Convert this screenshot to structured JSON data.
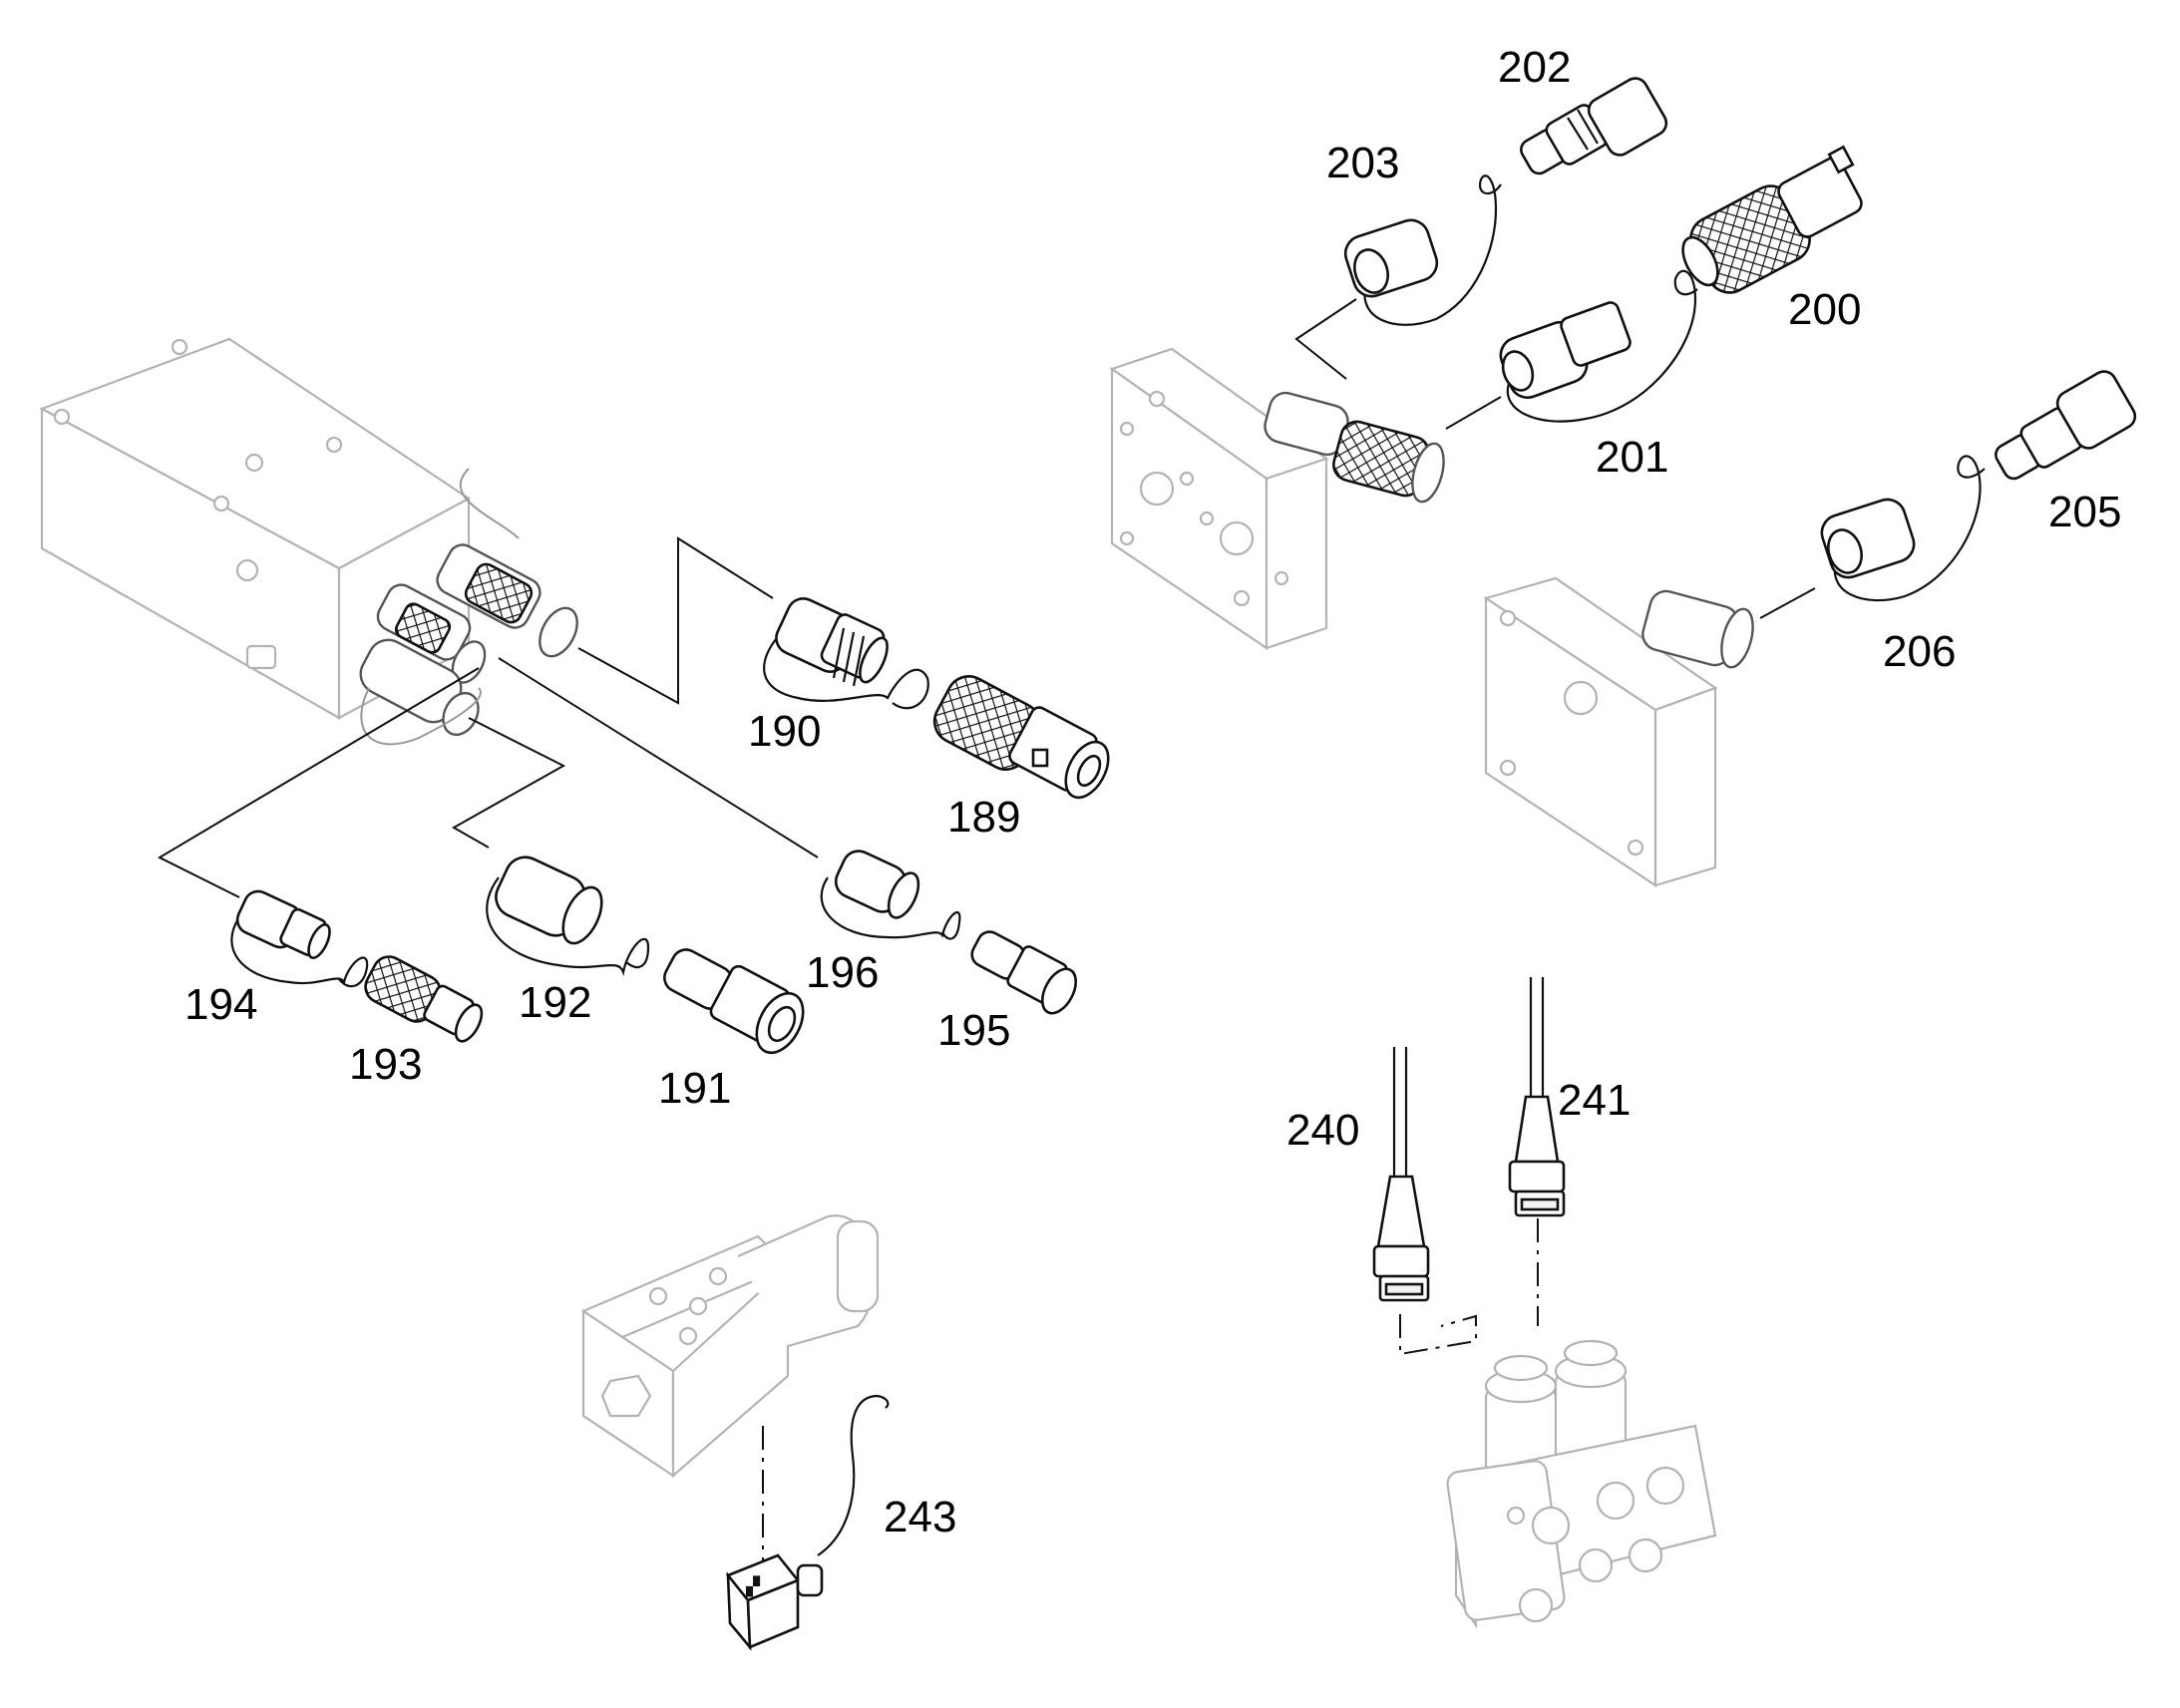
{
  "callouts": [
    {
      "id": "202",
      "text": "202"
    },
    {
      "id": "203",
      "text": "203"
    },
    {
      "id": "200",
      "text": "200"
    },
    {
      "id": "201",
      "text": "201"
    },
    {
      "id": "205",
      "text": "205"
    },
    {
      "id": "206",
      "text": "206"
    },
    {
      "id": "190",
      "text": "190"
    },
    {
      "id": "189",
      "text": "189"
    },
    {
      "id": "194",
      "text": "194"
    },
    {
      "id": "193",
      "text": "193"
    },
    {
      "id": "192",
      "text": "192"
    },
    {
      "id": "191",
      "text": "191"
    },
    {
      "id": "196",
      "text": "196"
    },
    {
      "id": "195",
      "text": "195"
    },
    {
      "id": "240",
      "text": "240"
    },
    {
      "id": "241",
      "text": "241"
    },
    {
      "id": "243",
      "text": "243"
    }
  ]
}
